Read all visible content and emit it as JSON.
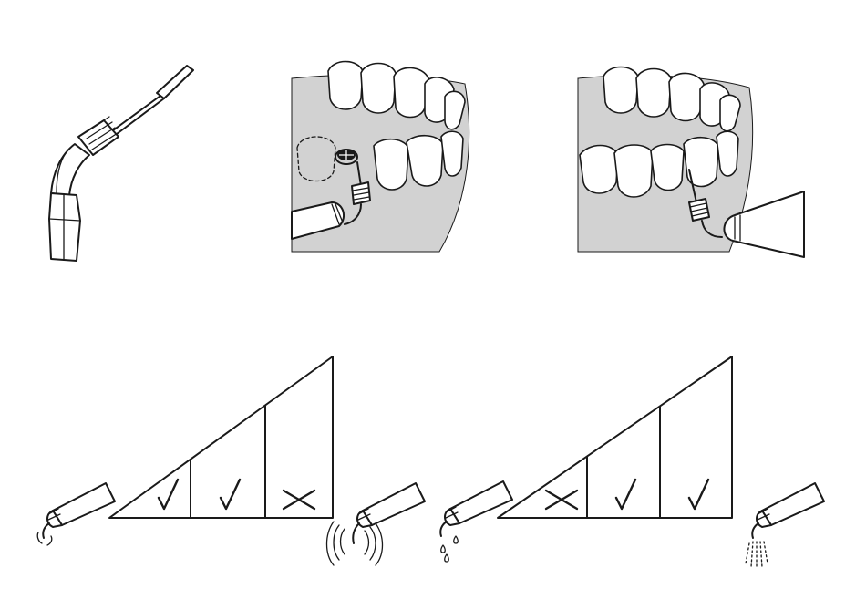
{
  "colors": {
    "line": "#1a1a1a",
    "gum": "#d2d2d2",
    "background": "#ffffff"
  },
  "illustrations": {
    "tip": "endo-tip-icon",
    "left_view": "lower-jaw-molar-view",
    "right_view": "lower-jaw-premolar-view"
  },
  "scales": [
    {
      "name": "power-scale",
      "cells": [
        "check",
        "check",
        "cross"
      ],
      "left_icon": "handpiece-low-power-icon",
      "right_icon": "handpiece-high-vibration-icon"
    },
    {
      "name": "irrigation-scale",
      "cells": [
        "cross",
        "check",
        "check"
      ],
      "left_icon": "handpiece-drip-icon",
      "right_icon": "handpiece-spray-icon"
    }
  ]
}
